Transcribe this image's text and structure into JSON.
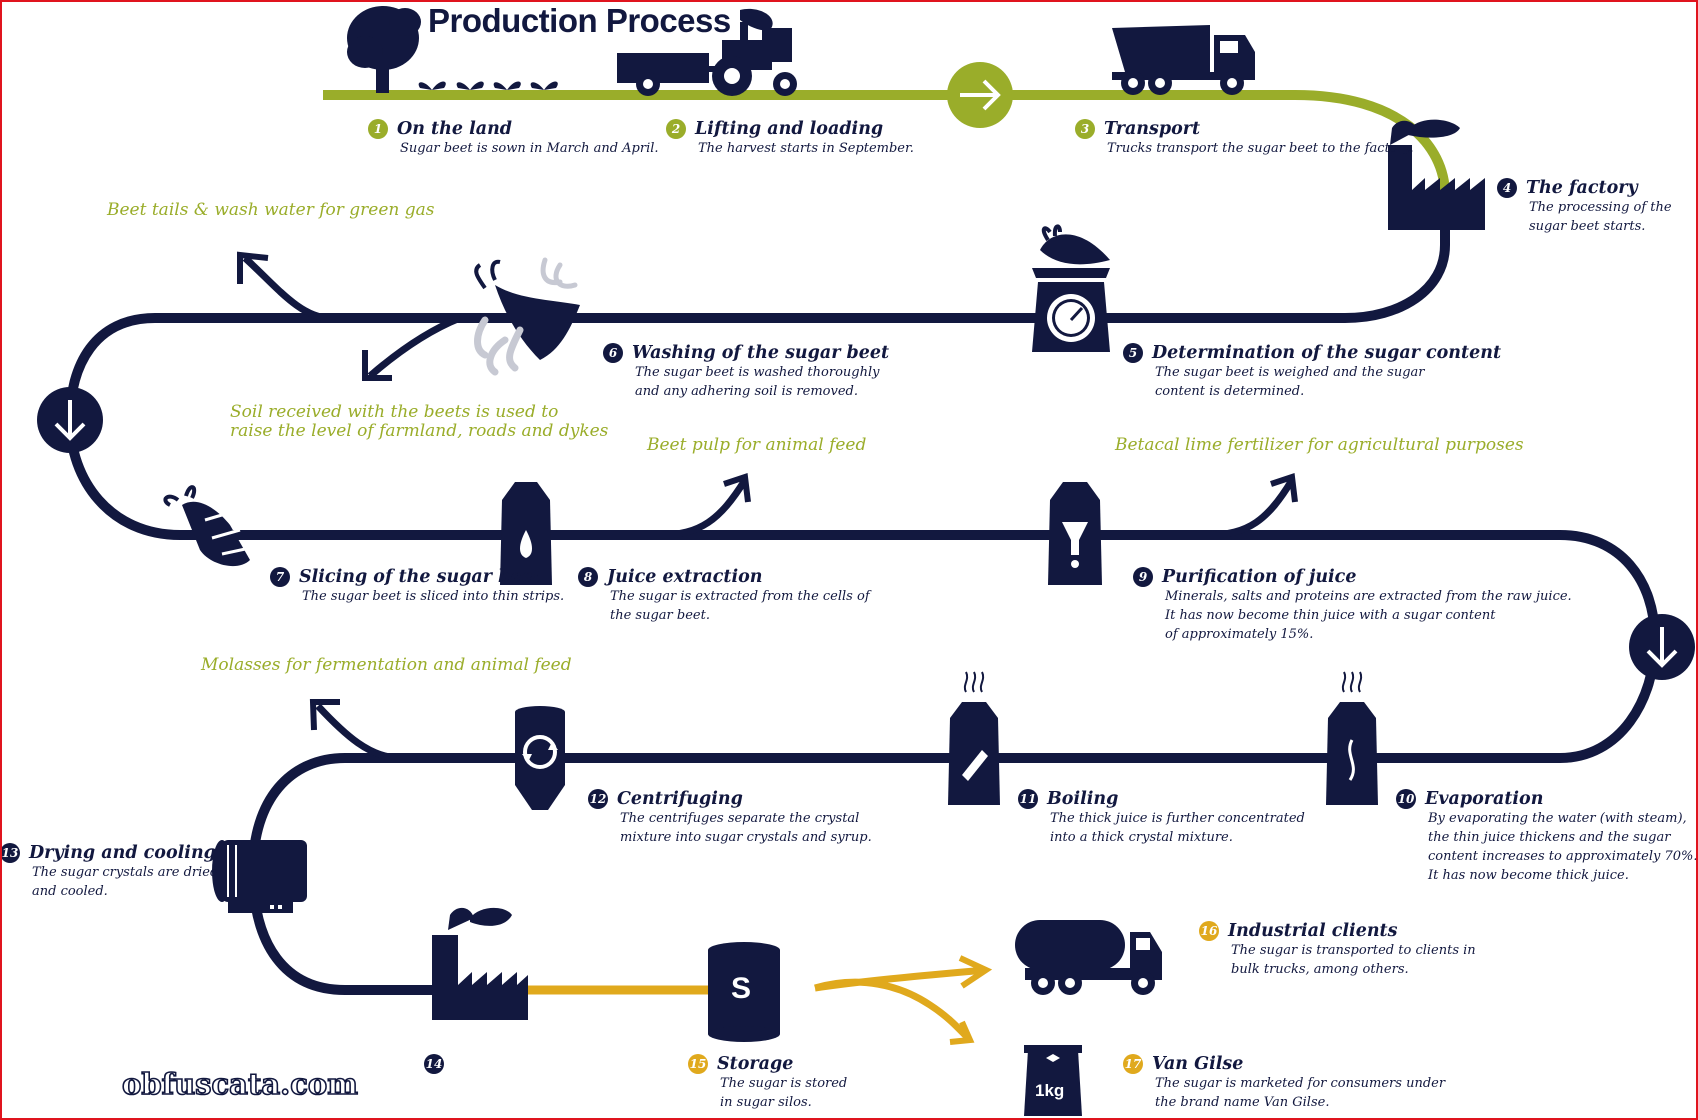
{
  "title": "Production Process",
  "steps": [
    {
      "num": "1",
      "heading": "On the land",
      "desc": "Sugar beet is sown in March and April."
    },
    {
      "num": "2",
      "heading": "Lifting and loading",
      "desc": "The harvest starts in September."
    },
    {
      "num": "3",
      "heading": "Transport",
      "desc": "Trucks transport the sugar beet to the factory."
    },
    {
      "num": "4",
      "heading": "The factory",
      "desc": "The processing of the\nsugar beet starts."
    },
    {
      "num": "5",
      "heading": "Determination of the sugar content",
      "desc": "The sugar beet is weighed and the sugar\ncontent is determined."
    },
    {
      "num": "6",
      "heading": "Washing of the sugar beet",
      "desc": "The sugar beet is washed thoroughly\nand any adhering soil is removed."
    },
    {
      "num": "7",
      "heading": "Slicing of the sugar beet",
      "desc": "The sugar beet is sliced into thin strips."
    },
    {
      "num": "8",
      "heading": "Juice extraction",
      "desc": "The sugar is extracted from the cells of\nthe sugar beet."
    },
    {
      "num": "9",
      "heading": "Purification of juice",
      "desc": "Minerals, salts and proteins are extracted from the raw juice.\nIt has now become thin juice with a sugar content\nof approximately 15%."
    },
    {
      "num": "10",
      "heading": "Evaporation",
      "desc": "By evaporating the water (with steam),\nthe thin juice thickens and the sugar\ncontent increases to approximately 70%.\nIt has now become thick juice."
    },
    {
      "num": "11",
      "heading": "Boiling",
      "desc": "The thick juice is further concentrated\ninto a thick crystal mixture."
    },
    {
      "num": "12",
      "heading": "Centrifuging",
      "desc": "The centrifuges separate the crystal\nmixture into sugar crystals and syrup."
    },
    {
      "num": "13",
      "heading": "Drying and cooling",
      "desc": "The sugar crystals are dried\nand cooled."
    },
    {
      "num": "14",
      "heading": "",
      "desc": ""
    },
    {
      "num": "15",
      "heading": "Storage",
      "desc": "The sugar is stored\nin sugar silos."
    },
    {
      "num": "16",
      "heading": "Industrial clients",
      "desc": "The sugar is transported to clients in\nbulk trucks, among others."
    },
    {
      "num": "17",
      "heading": "Van Gilse",
      "desc": "The sugar is marketed for consumers under\nthe brand name Van Gilse."
    }
  ],
  "byproducts": {
    "green_gas": "Beet tails & wash water for green gas",
    "soil": "Soil received with the beets is used to\nraise the level of farmland, roads and dykes",
    "beet_pulp": "Beet pulp for animal feed",
    "betacal": "Betacal lime fertilizer for agricultural purposes",
    "molasses": "Molasses for fermentation and animal feed"
  },
  "labels": {
    "silo_letter": "S",
    "package_weight": "1kg"
  },
  "watermark": "obfuscata.com",
  "colors": {
    "navy": "#12183f",
    "green": "#9aad2a",
    "gold": "#e0a91d",
    "frame": "#e0141e"
  }
}
